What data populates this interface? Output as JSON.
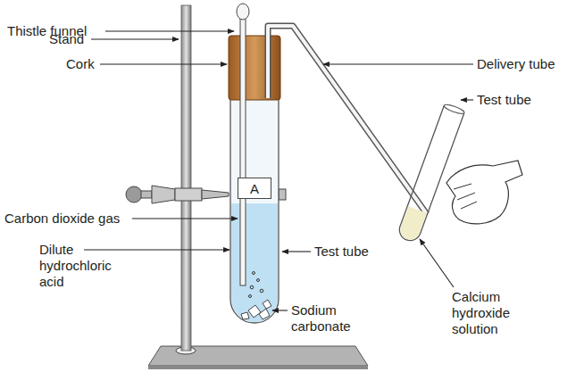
{
  "diagram": {
    "nodes": [
      {
        "text": [
          "A"
        ]
      }
    ],
    "labels": [
      "Thistle funnel",
      "Stand",
      "Cork",
      "Delivery tube",
      "Test tube",
      "Carbon dioxide gas",
      "Dilute hydrochloric acid",
      "Test tube",
      "Sodium carbonate",
      "Calcium hydroxide solution"
    ]
  }
}
